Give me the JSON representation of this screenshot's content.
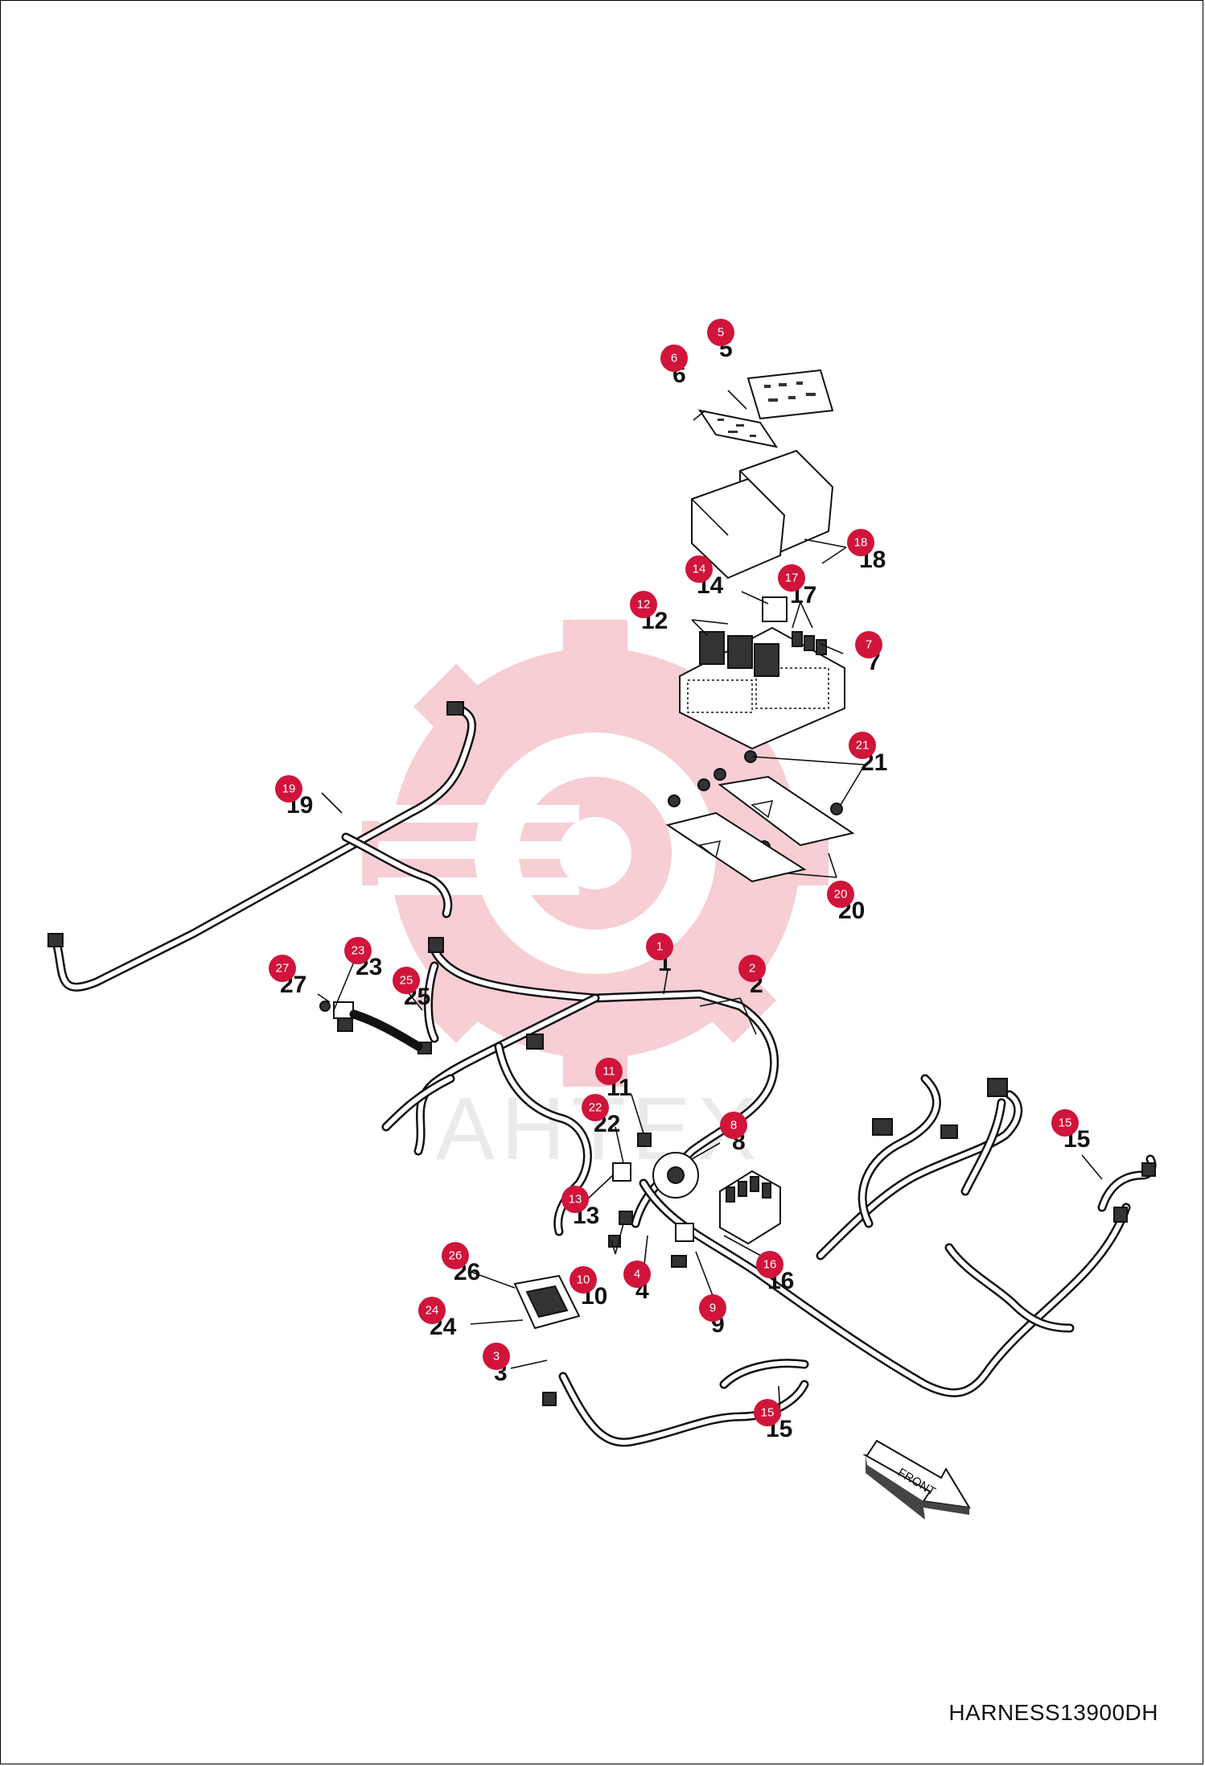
{
  "diagram_code": "HARNESS13900DH",
  "front_label": "FRONT",
  "watermark_text": "АНТЕХ",
  "colors": {
    "badge": "#d0143a",
    "watermark": "#f6c9cf"
  },
  "callouts": [
    {
      "id": "c1",
      "badge": "1",
      "number": "1"
    },
    {
      "id": "c2",
      "badge": "2",
      "number": "2"
    },
    {
      "id": "c3",
      "badge": "3",
      "number": "3"
    },
    {
      "id": "c4",
      "badge": "4",
      "number": "4"
    },
    {
      "id": "c5",
      "badge": "5",
      "number": "5"
    },
    {
      "id": "c6",
      "badge": "6",
      "number": "6"
    },
    {
      "id": "c7",
      "badge": "7",
      "number": "7"
    },
    {
      "id": "c8",
      "badge": "8",
      "number": "8"
    },
    {
      "id": "c9",
      "badge": "9",
      "number": "9"
    },
    {
      "id": "c10",
      "badge": "10",
      "number": "10"
    },
    {
      "id": "c11",
      "badge": "11",
      "number": "11"
    },
    {
      "id": "c12",
      "badge": "12",
      "number": "12"
    },
    {
      "id": "c13",
      "badge": "13",
      "number": "13"
    },
    {
      "id": "c14",
      "badge": "14",
      "number": "14"
    },
    {
      "id": "c15a",
      "badge": "15",
      "number": "15"
    },
    {
      "id": "c15b",
      "badge": "15",
      "number": "15"
    },
    {
      "id": "c16",
      "badge": "16",
      "number": "16"
    },
    {
      "id": "c17",
      "badge": "17",
      "number": "17"
    },
    {
      "id": "c18",
      "badge": "18",
      "number": "18"
    },
    {
      "id": "c19",
      "badge": "19",
      "number": "19"
    },
    {
      "id": "c20",
      "badge": "20",
      "number": "20"
    },
    {
      "id": "c21",
      "badge": "21",
      "number": "21"
    },
    {
      "id": "c22",
      "badge": "22",
      "number": "22"
    },
    {
      "id": "c23",
      "badge": "23",
      "number": "23"
    },
    {
      "id": "c24",
      "badge": "24",
      "number": "24"
    },
    {
      "id": "c25",
      "badge": "25",
      "number": "25"
    },
    {
      "id": "c26",
      "badge": "26",
      "number": "26"
    },
    {
      "id": "c27",
      "badge": "27",
      "number": "27"
    }
  ]
}
